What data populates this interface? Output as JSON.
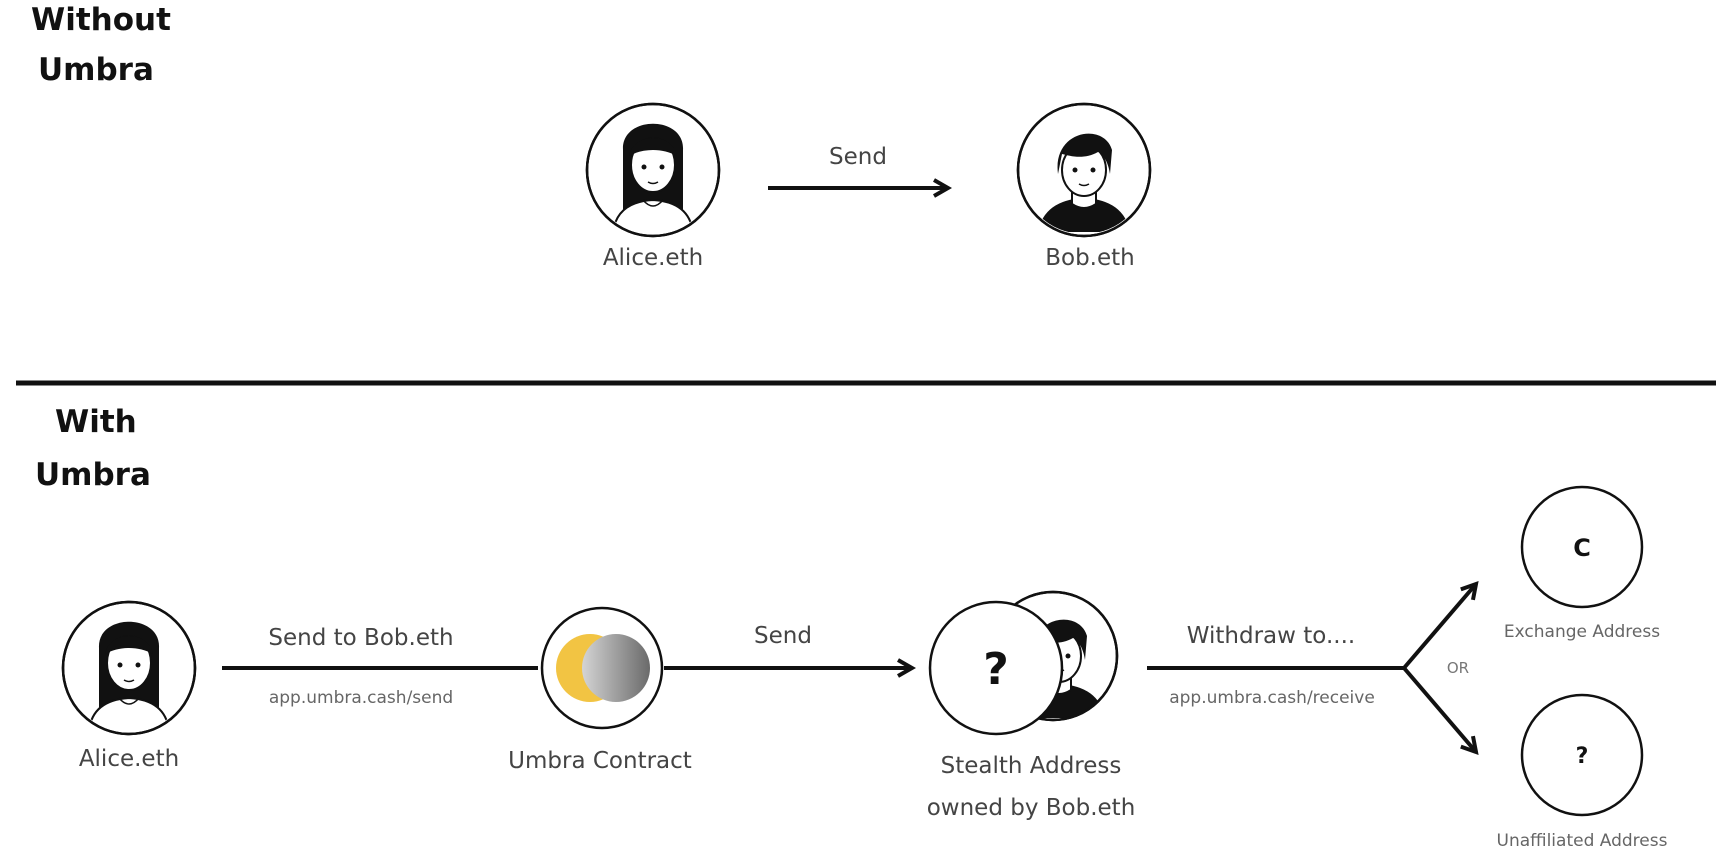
{
  "without_section": {
    "title_line1": "Without",
    "title_line2": "Umbra",
    "sender": "Alice.eth",
    "action": "Send",
    "receiver": "Bob.eth"
  },
  "with_section": {
    "title_line1": "With",
    "title_line2": "Umbra",
    "sender": "Alice.eth",
    "step1_label": "Send to Bob.eth",
    "step1_url": "app.umbra.cash/send",
    "contract": "Umbra Contract",
    "step2_label": "Send",
    "stealth_symbol": "?",
    "stealth_line1": "Stealth Address",
    "stealth_line2": "owned by Bob.eth",
    "withdraw_label": "Withdraw to....",
    "withdraw_url": "app.umbra.cash/receive",
    "or_label": "OR",
    "exchange_symbol": "C",
    "exchange_label": "Exchange Address",
    "unaffiliated_symbol": "?",
    "unaffiliated_label": "Unaffiliated Address"
  },
  "colors": {
    "umbra_yellow": "#f2c443",
    "umbra_gray_light": "#d0d0d0",
    "umbra_gray_dark": "#6e6e6e"
  }
}
